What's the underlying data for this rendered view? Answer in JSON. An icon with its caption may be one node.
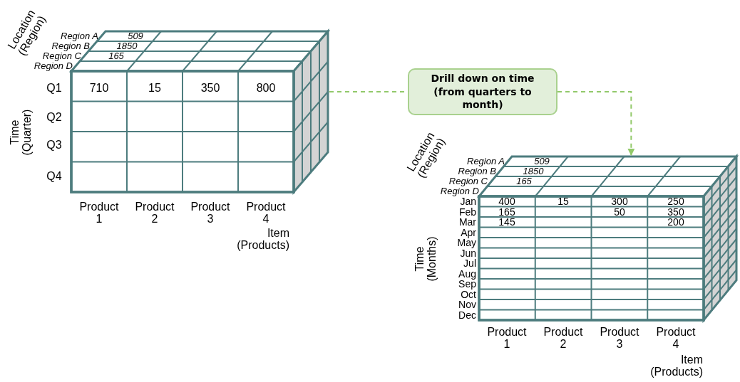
{
  "diagram": {
    "nodes": [
      {
        "text": [],
        "shape": "box"
      },
      {
        "text": [
          "Drill down on time (from quarters to month)"
        ]
      },
      {
        "text": [],
        "shape": "box"
      }
    ],
    "edges": [
      {
        "from": 0,
        "to": 1,
        "arrow": "none",
        "style": "dashed"
      },
      {
        "from": 1,
        "to": 2,
        "arrow": "to",
        "style": "dashed"
      }
    ],
    "labels": [
      "Location (Region)",
      "Region A",
      "509",
      "Region B",
      "1850",
      "Region C",
      "165",
      "Region D",
      "Time (Quarter)",
      "Q1",
      "710",
      "15",
      "350",
      "800",
      "Q2",
      "Q3",
      "Q4",
      "Product 1",
      "Product 2",
      "Product 3",
      "Product 4",
      "Item (Products)",
      "Location (Region)",
      "Region A",
      "509",
      "Region B",
      "1850",
      "Region C",
      "165",
      "Region D",
      "Time (Months)",
      "Jan",
      "400",
      "15",
      "300",
      "250",
      "Feb",
      "165",
      "50",
      "350",
      "Mar",
      "145",
      "200",
      "Apr",
      "May",
      "Jun",
      "Jul",
      "Aug",
      "Sep",
      "Oct",
      "Nov",
      "Dec",
      "Product 1",
      "Product 2",
      "Product 3",
      "Product 4",
      "Item (Products)"
    ]
  }
}
